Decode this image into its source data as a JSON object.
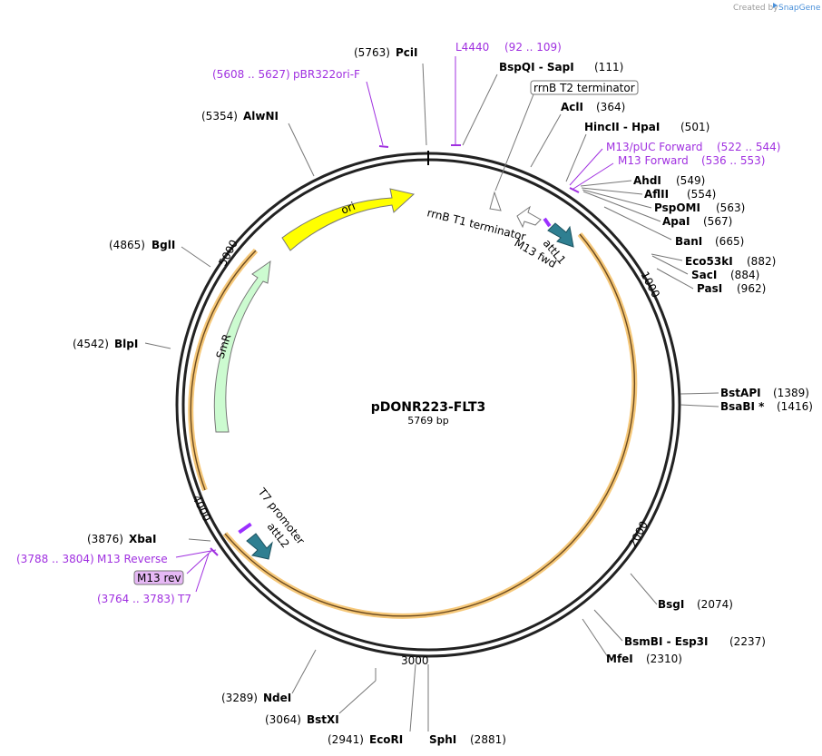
{
  "credit": {
    "prefix": "Created by",
    "brand": "SnapGene"
  },
  "plasmid": {
    "name": "pDONR223-FLT3",
    "size": "5769 bp"
  },
  "ticks": [
    "1000",
    "2000",
    "3000",
    "4000",
    "5000"
  ],
  "features": {
    "ori": "ori",
    "smr": "SmR",
    "rrnb_t1": "rrnB T1 terminator",
    "rrnb_t2": "rrnB T2 terminator",
    "m13_fwd": "M13 fwd",
    "attl1": "attL1",
    "attl2": "attL2",
    "t7_promoter": "T7 promoter",
    "m13_rev": "M13 rev"
  },
  "primers": {
    "l4440": {
      "name": "L4440",
      "range": "(92 .. 109)"
    },
    "pbr322": {
      "name": "pBR322ori-F",
      "range": "(5608 .. 5627)"
    },
    "m13puc": {
      "name": "M13/pUC Forward",
      "range": "(522 .. 544)"
    },
    "m13fwd": {
      "name": "M13 Forward",
      "range": "(536 .. 553)"
    },
    "m13rev": {
      "name": "M13 Reverse",
      "range": "(3788 .. 3804)"
    },
    "t7": {
      "name": "T7",
      "range": "(3764 .. 3783)"
    }
  },
  "sites": {
    "pcli": {
      "name": "PciI",
      "pos": "(5763)"
    },
    "bspqi": {
      "name": "BspQI",
      "name2": "SapI",
      "pos": "(111)"
    },
    "acli": {
      "name": "AclI",
      "pos": "(364)"
    },
    "hincii": {
      "name": "HincII",
      "name2": "HpaI",
      "pos": "(501)"
    },
    "ahdi": {
      "name": "AhdI",
      "pos": "(549)"
    },
    "aflii": {
      "name": "AflII",
      "pos": "(554)"
    },
    "pspomi": {
      "name": "PspOMI",
      "pos": "(563)"
    },
    "apai": {
      "name": "ApaI",
      "pos": "(567)"
    },
    "bani": {
      "name": "BanI",
      "pos": "(665)"
    },
    "eco53ki": {
      "name": "Eco53kI",
      "pos": "(882)"
    },
    "saci": {
      "name": "SacI",
      "pos": "(884)"
    },
    "pasi": {
      "name": "PasI",
      "pos": "(962)"
    },
    "bstapi": {
      "name": "BstAPI",
      "pos": "(1389)"
    },
    "bsabi": {
      "name": "BsaBI *",
      "pos": "(1416)"
    },
    "bsgi": {
      "name": "BsgI",
      "pos": "(2074)"
    },
    "bsmbi": {
      "name": "BsmBI",
      "name2": "Esp3I",
      "pos": "(2237)"
    },
    "mfei": {
      "name": "MfeI",
      "pos": "(2310)"
    },
    "sphi": {
      "name": "SphI",
      "pos": "(2881)"
    },
    "ecori": {
      "name": "EcoRI",
      "pos": "(2941)"
    },
    "bstxi": {
      "name": "BstXI",
      "pos": "(3064)"
    },
    "ndei": {
      "name": "NdeI",
      "pos": "(3289)"
    },
    "xbai": {
      "name": "XbaI",
      "pos": "(3876)"
    },
    "blpi": {
      "name": "BlpI",
      "pos": "(4542)"
    },
    "bgli": {
      "name": "BglI",
      "pos": "(4865)"
    },
    "alwni": {
      "name": "AlwNI",
      "pos": "(5354)"
    }
  }
}
